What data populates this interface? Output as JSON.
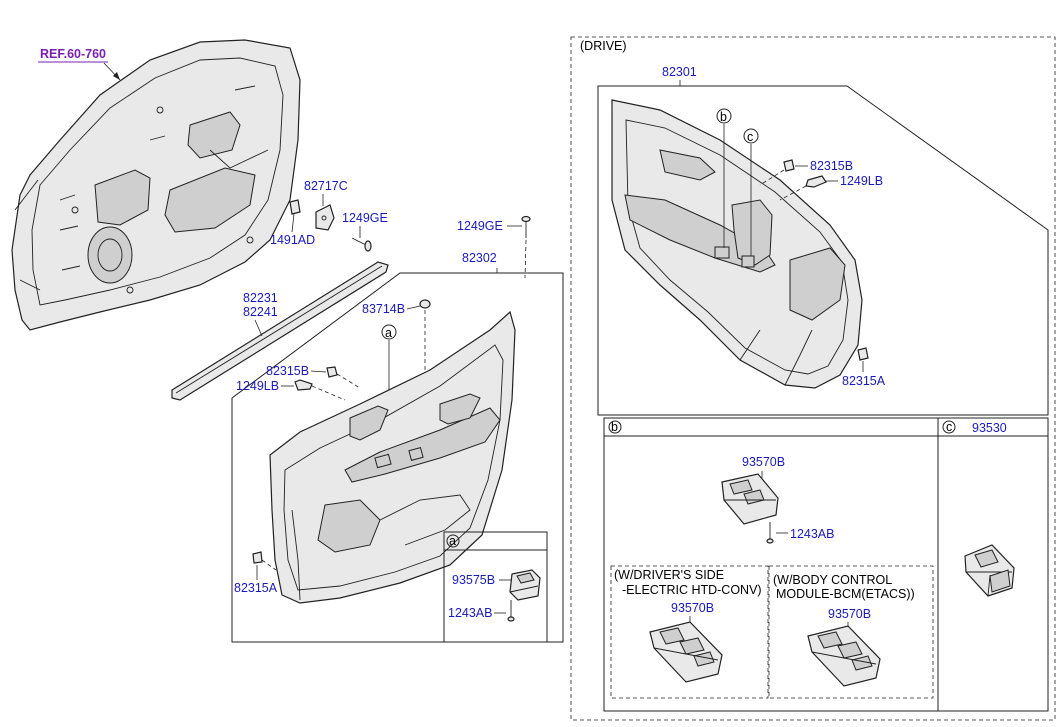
{
  "ref_label": "REF.60-760",
  "drive_section": "(DRIVE)",
  "labels": {
    "p82717C": "82717C",
    "p1249GE_a": "1249GE",
    "p1491AD": "1491AD",
    "p1249GE_b": "1249GE",
    "p82302": "82302",
    "p82231": "82231",
    "p82241": "82241",
    "p83714B": "83714B",
    "p82315B_left": "82315B",
    "p1249LB_left": "1249LB",
    "p82315A_left": "82315A",
    "p93575B": "93575B",
    "p1243AB_a": "1243AB",
    "p82301": "82301",
    "p82315B_right": "82315B",
    "p1249LB_right": "1249LB",
    "p82315A_right": "82315A",
    "p93530": "93530",
    "p93570B_main": "93570B",
    "p1243AB_b": "1243AB",
    "p93570B_heated": "93570B",
    "p93570B_bcm": "93570B"
  },
  "callouts": {
    "a_panel": "a",
    "b_panel": "b",
    "c_panel": "c",
    "a_box": "a",
    "b_box": "b",
    "c_box": "c"
  },
  "variant_notes": {
    "heated_line1": "(W/DRIVER'S SIDE",
    "heated_line2": "-ELECTRIC HTD-CONV)",
    "bcm_line1": "(W/BODY CONTROL",
    "bcm_line2": "MODULE-BCM(ETACS))"
  }
}
